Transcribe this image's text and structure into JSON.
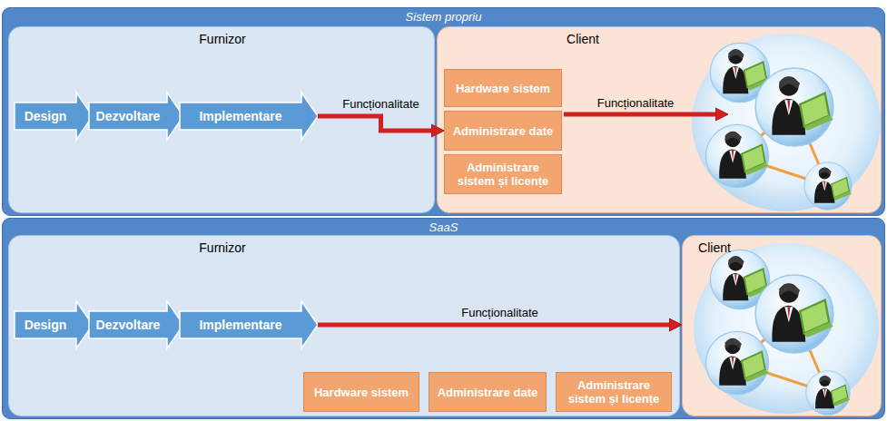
{
  "diagram": {
    "nodes": [
      {
        "text": [
          "Sistem propriu"
        ]
      },
      {
        "text": [
          "Furnizor"
        ],
        "in": 0
      },
      {
        "text": [
          "Design"
        ],
        "in": 1
      },
      {
        "text": [
          "Dezvoltare"
        ],
        "in": 1
      },
      {
        "text": [
          "Implementare"
        ],
        "in": 1
      },
      {
        "text": [
          "Client"
        ],
        "in": 0
      },
      {
        "text": [
          "Hardware sistem"
        ],
        "in": 5
      },
      {
        "text": [
          "Administrare date"
        ],
        "in": 5
      },
      {
        "text": [
          "Administrare sistem și licențe"
        ],
        "in": 5
      },
      {
        "text": [
          "SaaS"
        ]
      },
      {
        "text": [
          "Furnizor"
        ],
        "in": 9
      },
      {
        "text": [
          "Design"
        ],
        "in": 10
      },
      {
        "text": [
          "Dezvoltare"
        ],
        "in": 10
      },
      {
        "text": [
          "Implementare"
        ],
        "in": 10
      },
      {
        "text": [
          "Hardware sistem"
        ],
        "in": 10
      },
      {
        "text": [
          "Administrare date"
        ],
        "in": 10
      },
      {
        "text": [
          "Administrare sistem și licențe"
        ],
        "in": 10
      },
      {
        "text": [
          "Client"
        ],
        "in": 9
      }
    ],
    "edges": [
      {
        "from": 4,
        "to": 7,
        "label": "Funcționalitate",
        "arrow": "to"
      },
      {
        "from": 13,
        "to": 17,
        "label": "Funcționalitate",
        "arrow": "to"
      }
    ],
    "labels": [
      "Funcționalitate"
    ]
  }
}
